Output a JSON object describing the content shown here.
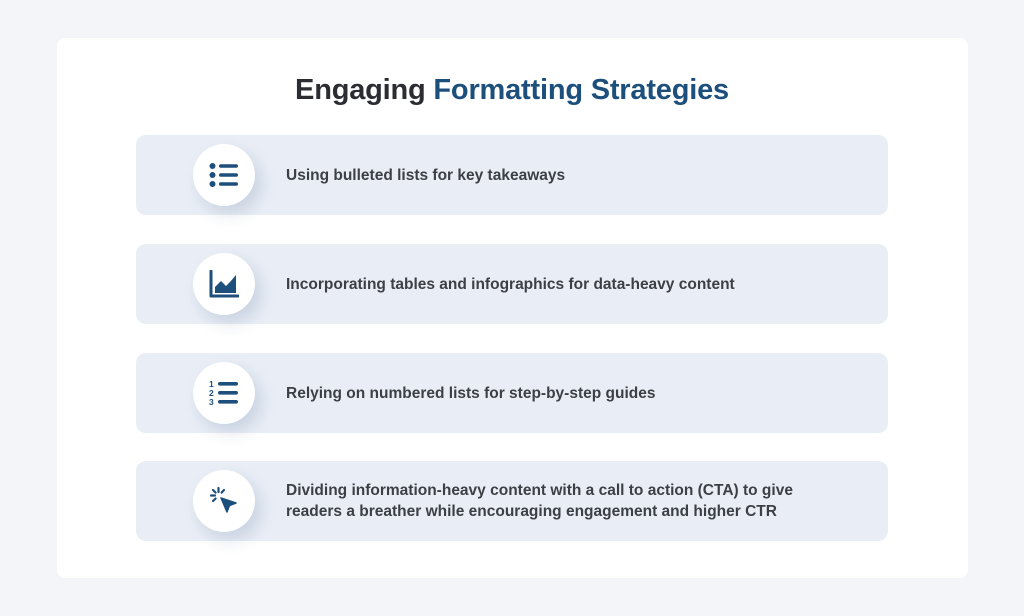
{
  "title": {
    "part1": "Engaging",
    "part2": "Formatting Strategies"
  },
  "colors": {
    "accent": "#1d4f7c",
    "title_dark": "#2b2d33",
    "row_background": "#e9eef6",
    "page_background": "#f3f5f9"
  },
  "items": [
    {
      "icon": "bulleted-list-icon",
      "text": "Using bulleted lists for key takeaways"
    },
    {
      "icon": "area-chart-icon",
      "text": "Incorporating tables and infographics for data-heavy content"
    },
    {
      "icon": "numbered-list-icon",
      "text": "Relying on numbered lists for step-by-step guides"
    },
    {
      "icon": "cursor-click-icon",
      "text": "Dividing information-heavy content with a call to action (CTA) to give readers a breather while encouraging engagement and higher CTR"
    }
  ]
}
